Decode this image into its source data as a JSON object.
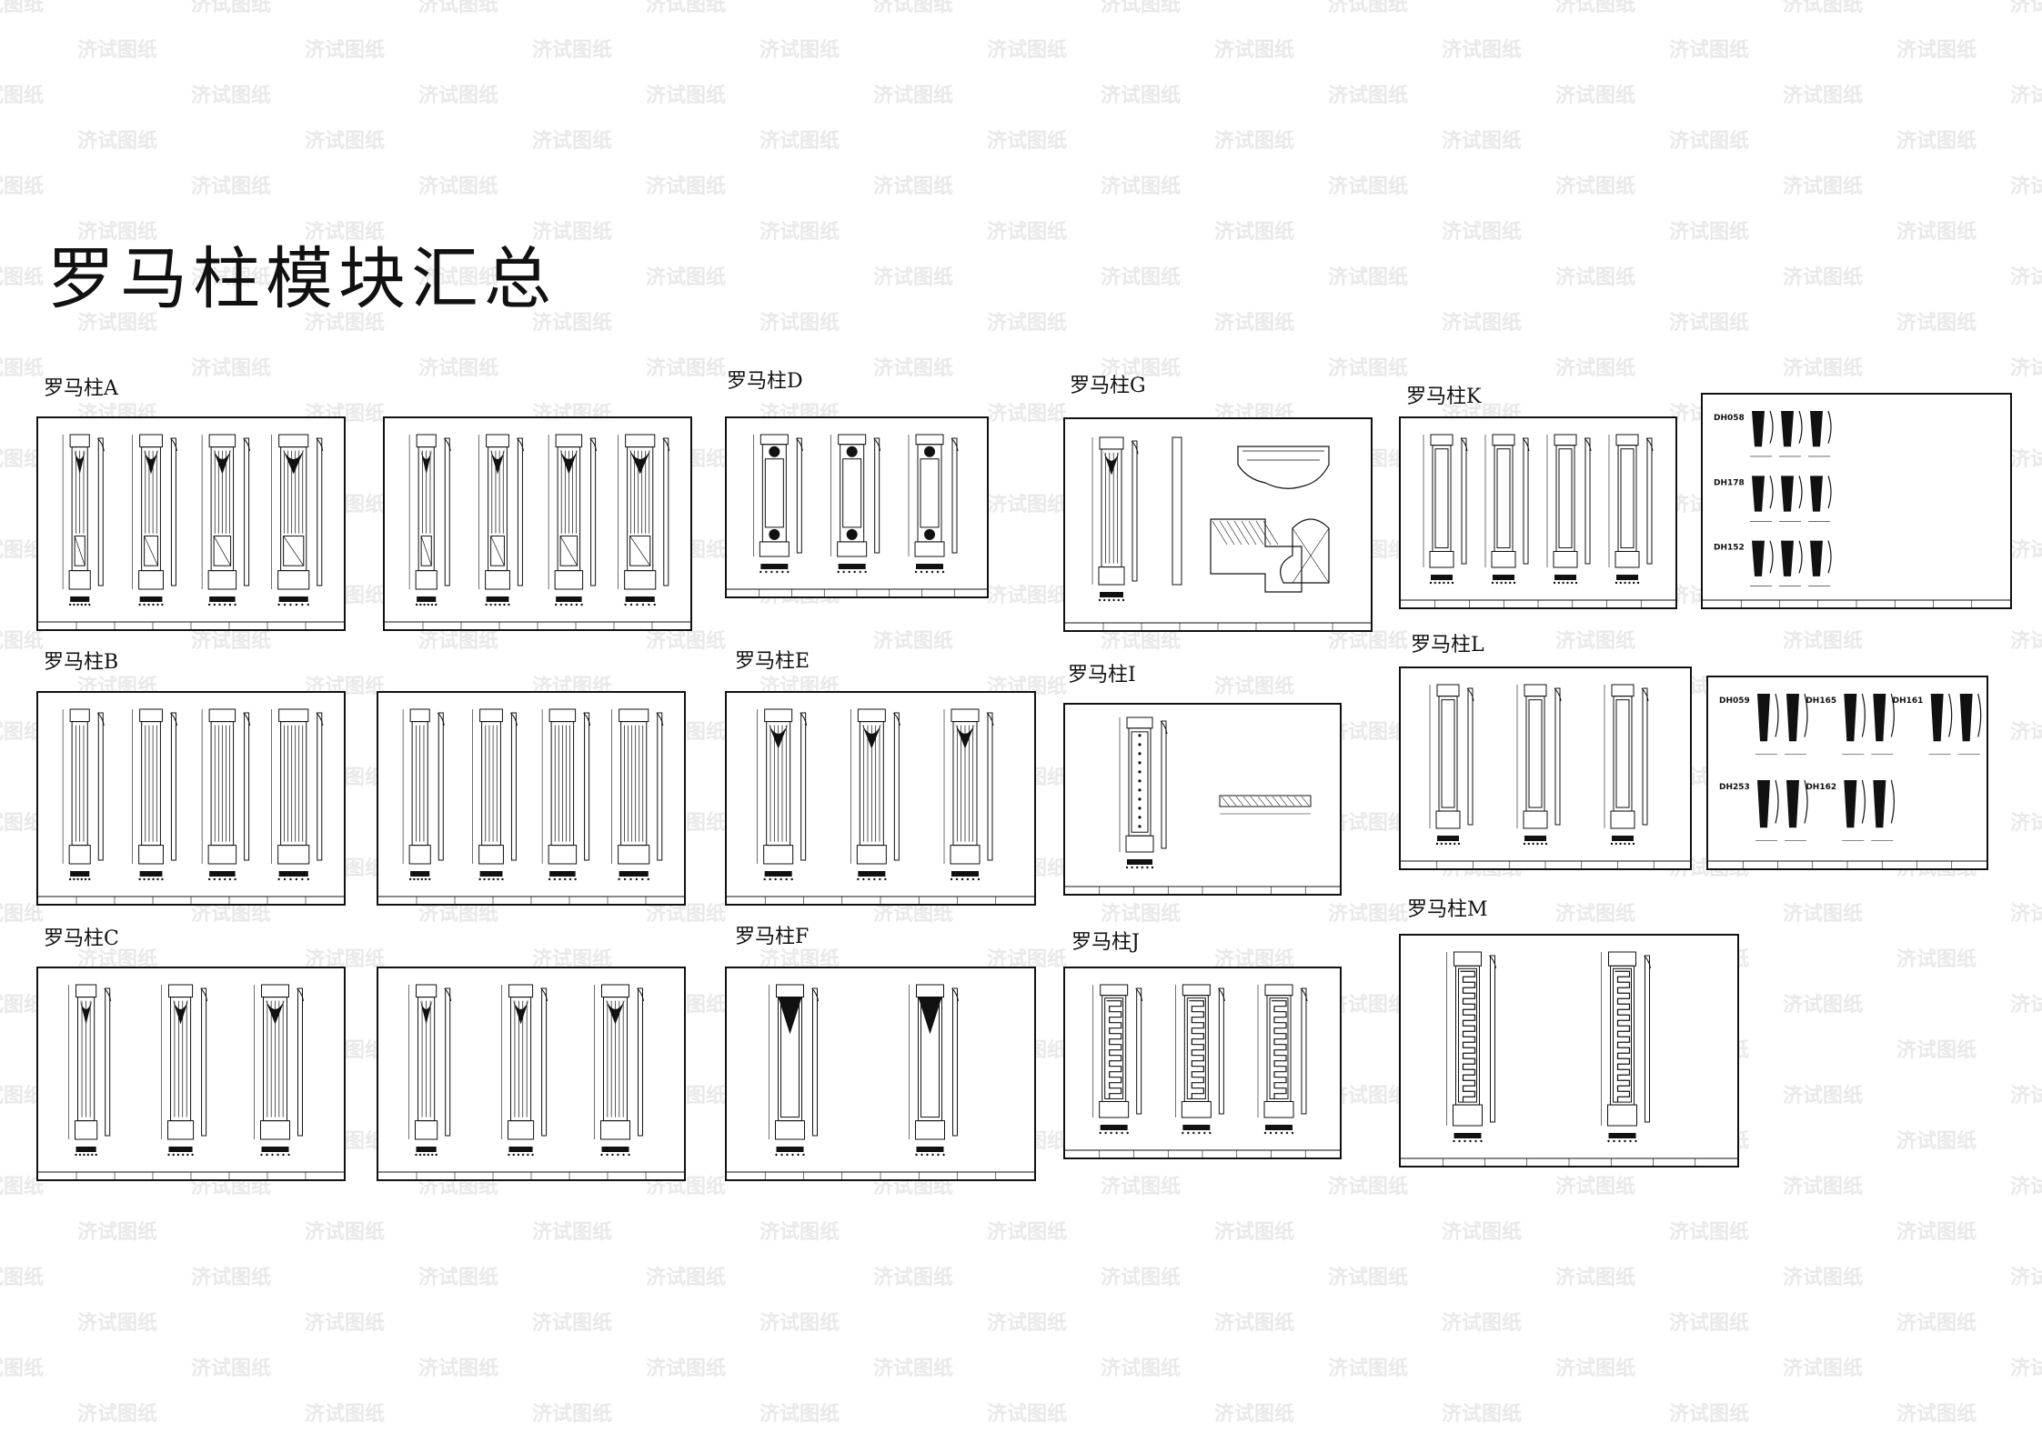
{
  "page": {
    "title": "罗马柱模块汇总",
    "watermark": "济试图纸",
    "ink_color": "#111111",
    "watermark_color": "#e9e9e9"
  },
  "groups": [
    {
      "label": "罗马柱A",
      "sheet_count": 2,
      "style": "carved-flutes"
    },
    {
      "label": "罗马柱B",
      "sheet_count": 2,
      "style": "fluted"
    },
    {
      "label": "罗马柱C",
      "sheet_count": 2,
      "style": "capital-fluted"
    },
    {
      "label": "罗马柱D",
      "sheet_count": 1,
      "style": "rosette"
    },
    {
      "label": "罗马柱E",
      "sheet_count": 1,
      "style": "ornate"
    },
    {
      "label": "罗马柱F",
      "sheet_count": 1,
      "style": "pilaster"
    },
    {
      "label": "罗马柱G",
      "sheet_count": 1,
      "style": "details"
    },
    {
      "label": "罗马柱I",
      "sheet_count": 1,
      "style": "slim"
    },
    {
      "label": "罗马柱J",
      "sheet_count": 1,
      "style": "greek-key"
    },
    {
      "label": "罗马柱K",
      "sheet_count": 2,
      "style": "panel",
      "catalog_codes": [
        "DH058",
        "DH178",
        "DH152"
      ]
    },
    {
      "label": "罗马柱L",
      "sheet_count": 2,
      "style": "panel",
      "catalog_codes": [
        "DH059",
        "DH165",
        "DH161",
        "DH253",
        "DH162"
      ]
    },
    {
      "label": "罗马柱M",
      "sheet_count": 1,
      "style": "greek-key"
    }
  ]
}
